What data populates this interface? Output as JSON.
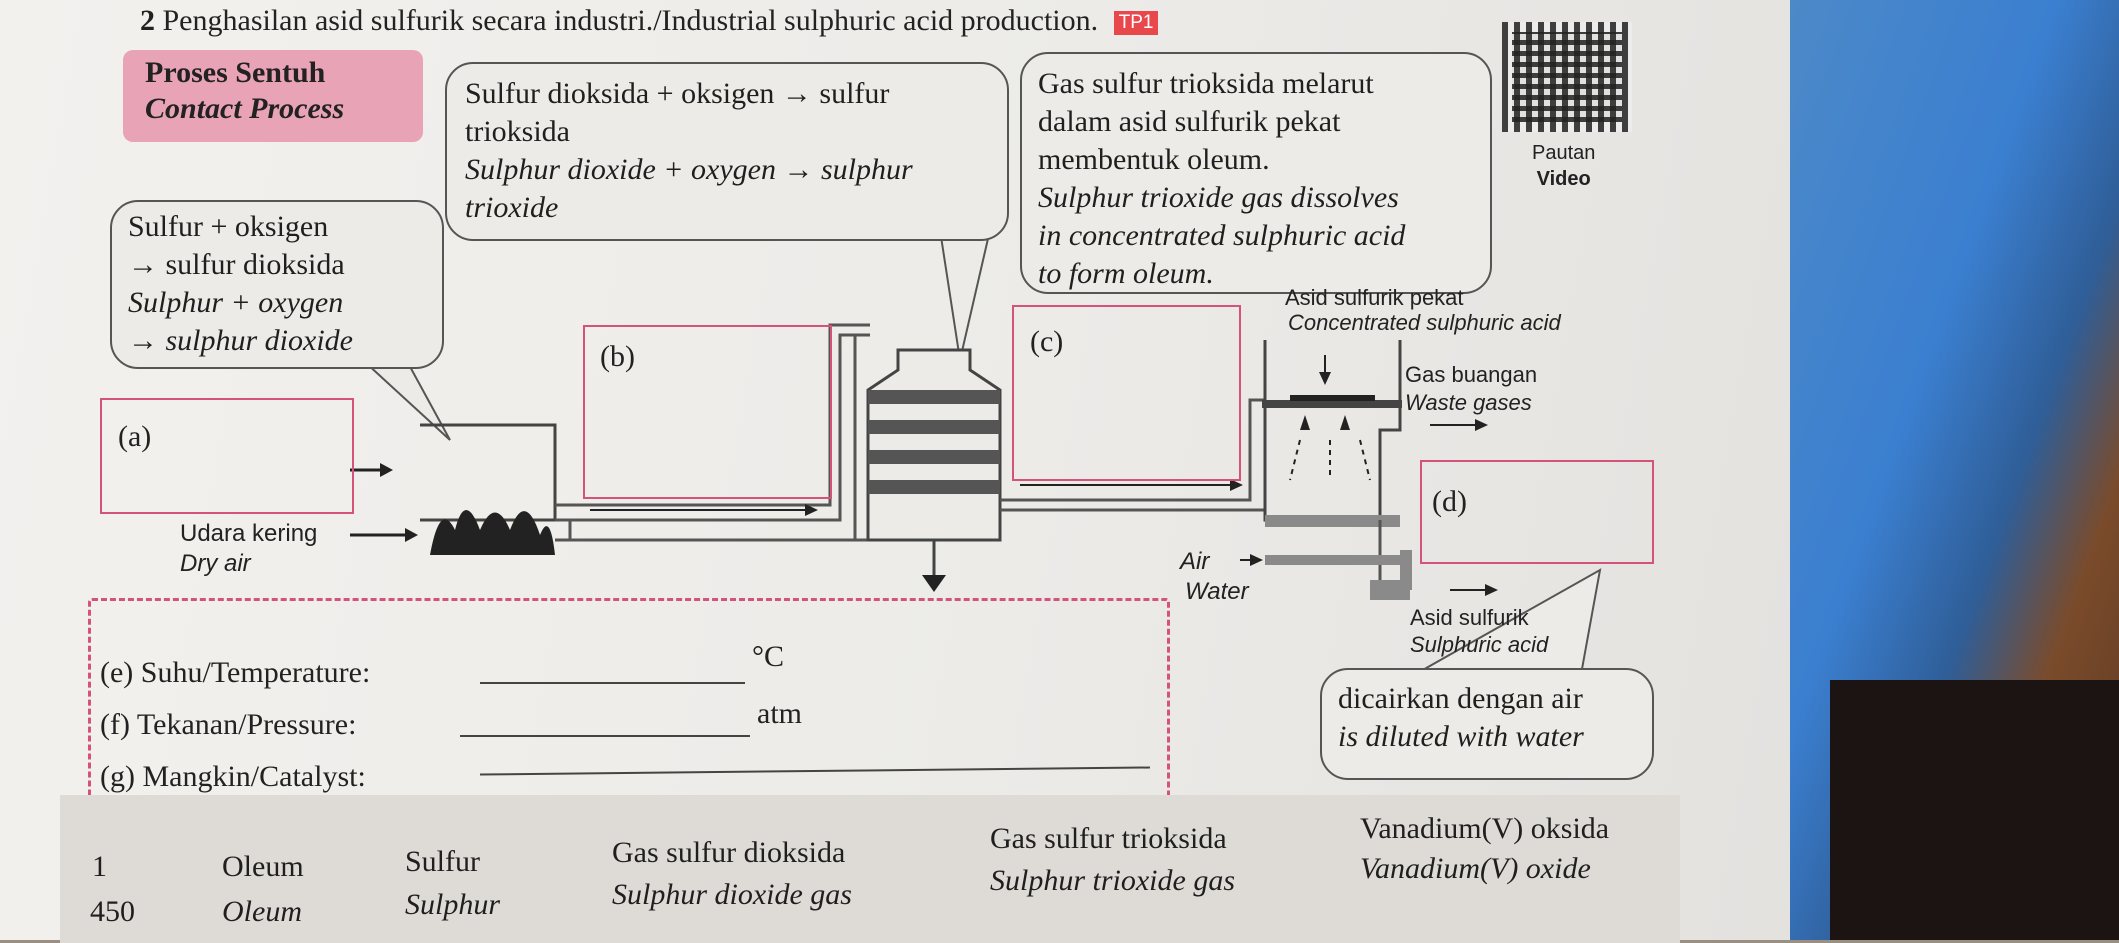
{
  "title": {
    "number": "2",
    "text": "Penghasilan asid sulfurik secara industri./Industrial sulphuric acid production.",
    "badge": "TP1"
  },
  "process_box": {
    "line1": "Proses Sentuh",
    "line2": "Contact Process"
  },
  "bubble_so2": {
    "line1": "Sulfur dioksida + oksigen → sulfur",
    "line2": "trioksida",
    "line3": "Sulphur dioxide + oxygen → sulphur",
    "line4": "trioxide"
  },
  "bubble_oleum": {
    "line1": "Gas sulfur trioksida melarut",
    "line2": "dalam asid sulfurik pekat",
    "line3": "membentuk oleum.",
    "line4": "Sulphur trioxide gas dissolves",
    "line5": "in concentrated sulphuric acid",
    "line6": "to form oleum."
  },
  "bubble_sulfur": {
    "line1": "Sulfur + oksigen",
    "line2": "→ sulfur dioksida",
    "line3": "Sulphur + oxygen",
    "line4": "→ sulphur dioxide"
  },
  "bubble_dilute": {
    "line1": "dicairkan dengan air",
    "line2": "is diluted with water"
  },
  "video_link": {
    "line1": "Pautan",
    "line2": "Video"
  },
  "diagram": {
    "label_a": "(a)",
    "label_b": "(b)",
    "label_c": "(c)",
    "label_d": "(d)",
    "dry_air_ms": "Udara kering",
    "dry_air_en": "Dry air",
    "conc_acid_ms": "Asid sulfurik pekat",
    "conc_acid_en": "Concentrated sulphuric acid",
    "waste_ms": "Gas buangan",
    "waste_en": "Waste gases",
    "air": "Air",
    "water": "Water",
    "product_ms": "Asid sulfurik",
    "product_en": "Sulphuric acid"
  },
  "questions": {
    "e_label": "(e) Suhu/Temperature:",
    "e_unit": "°C",
    "f_label": "(f) Tekanan/Pressure:",
    "f_unit": "atm",
    "g_label": "(g) Mangkin/Catalyst:"
  },
  "answer_bank": {
    "col1": [
      "1",
      "450"
    ],
    "col2": [
      "Oleum",
      "Oleum"
    ],
    "col3": [
      "Sulfur",
      "Sulphur"
    ],
    "col4": [
      "Gas sulfur dioksida",
      "Sulphur dioxide gas"
    ],
    "col5": [
      "Gas sulfur trioksida",
      "Sulphur trioxide gas"
    ],
    "col6": [
      "Vanadium(V) oksida",
      "Vanadium(V) oxide"
    ]
  }
}
